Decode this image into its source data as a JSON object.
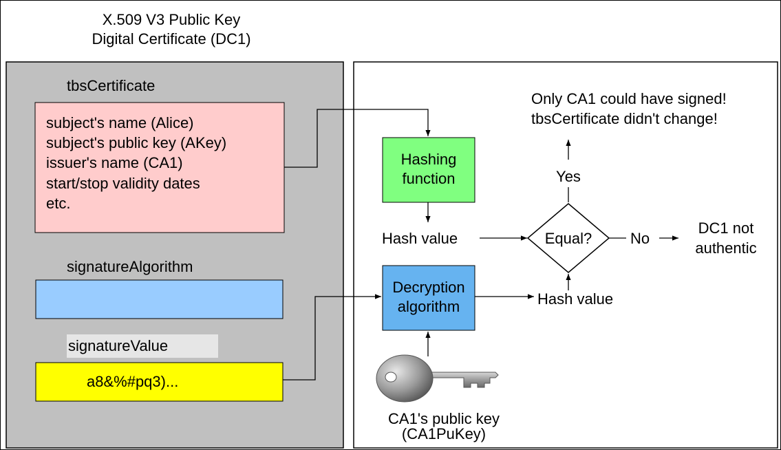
{
  "certificate": {
    "title_line1": "X.509 V3 Public Key",
    "title_line2": "Digital Certificate (DC1)",
    "tbs_label": "tbsCertificate",
    "tbs_fields": [
      "subject's name (Alice)",
      "subject's public key (AKey)",
      "issuer's name (CA1)",
      "start/stop validity dates",
      "etc."
    ],
    "sig_alg_label": "signatureAlgorithm",
    "sig_value_label": "signatureValue",
    "sig_value": "a8&%#pq3)..."
  },
  "process": {
    "hashing_line1": "Hashing",
    "hashing_line2": "function",
    "hash_value_1": "Hash value",
    "decryption_line1": "Decryption",
    "decryption_line2": "algorithm",
    "hash_value_2": "Hash value",
    "equal": "Equal?",
    "yes": "Yes",
    "no": "No",
    "result_yes_line1": "Only CA1 could have signed!",
    "result_yes_line2": "tbsCertificate didn't change!",
    "result_no_line1": "DC1 not",
    "result_no_line2": "authentic",
    "key_line1": "CA1's public key",
    "key_line2": "(CA1PuKey)"
  },
  "colors": {
    "cert_panel": "#c0c0c0",
    "tbs_box": "#ffcccc",
    "sig_alg_box": "#99ccff",
    "sig_label_bg": "#e6e6e6",
    "sig_value_box": "#ffff00",
    "hashing_box": "#80ff80",
    "decryption_box": "#66b3f0"
  }
}
